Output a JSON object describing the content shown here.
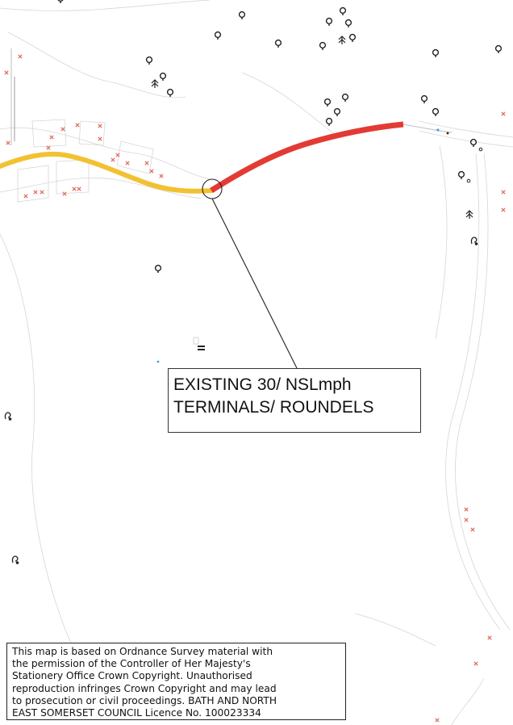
{
  "callout": {
    "line1": "EXISTING 30/ NSLmph",
    "line2": "TERMINALS/ ROUNDELS"
  },
  "copyright": {
    "lines": [
      "This map is based on Ordnance Survey material with",
      "the permission of the Controller of Her Majesty's",
      "Stationery Office Crown Copyright. Unauthorised",
      "reproduction infringes Crown Copyright and may lead",
      "to prosecution or civil proceedings. BATH AND NORTH",
      "EAST SOMERSET COUNCIL Licence No. 100023334"
    ]
  },
  "colors": {
    "limit_30_road": "#f2c132",
    "national_speed_limit_road": "#e43a34",
    "property_marker": "#e06a5a",
    "base_linework": "#cfcfcf",
    "symbol": "#222222"
  },
  "symbols": {
    "deciduous_tree": "tree-icon",
    "coniferous_tree": "conifer-icon",
    "scrub": "scrub-icon",
    "building": "cross-marker-icon"
  }
}
